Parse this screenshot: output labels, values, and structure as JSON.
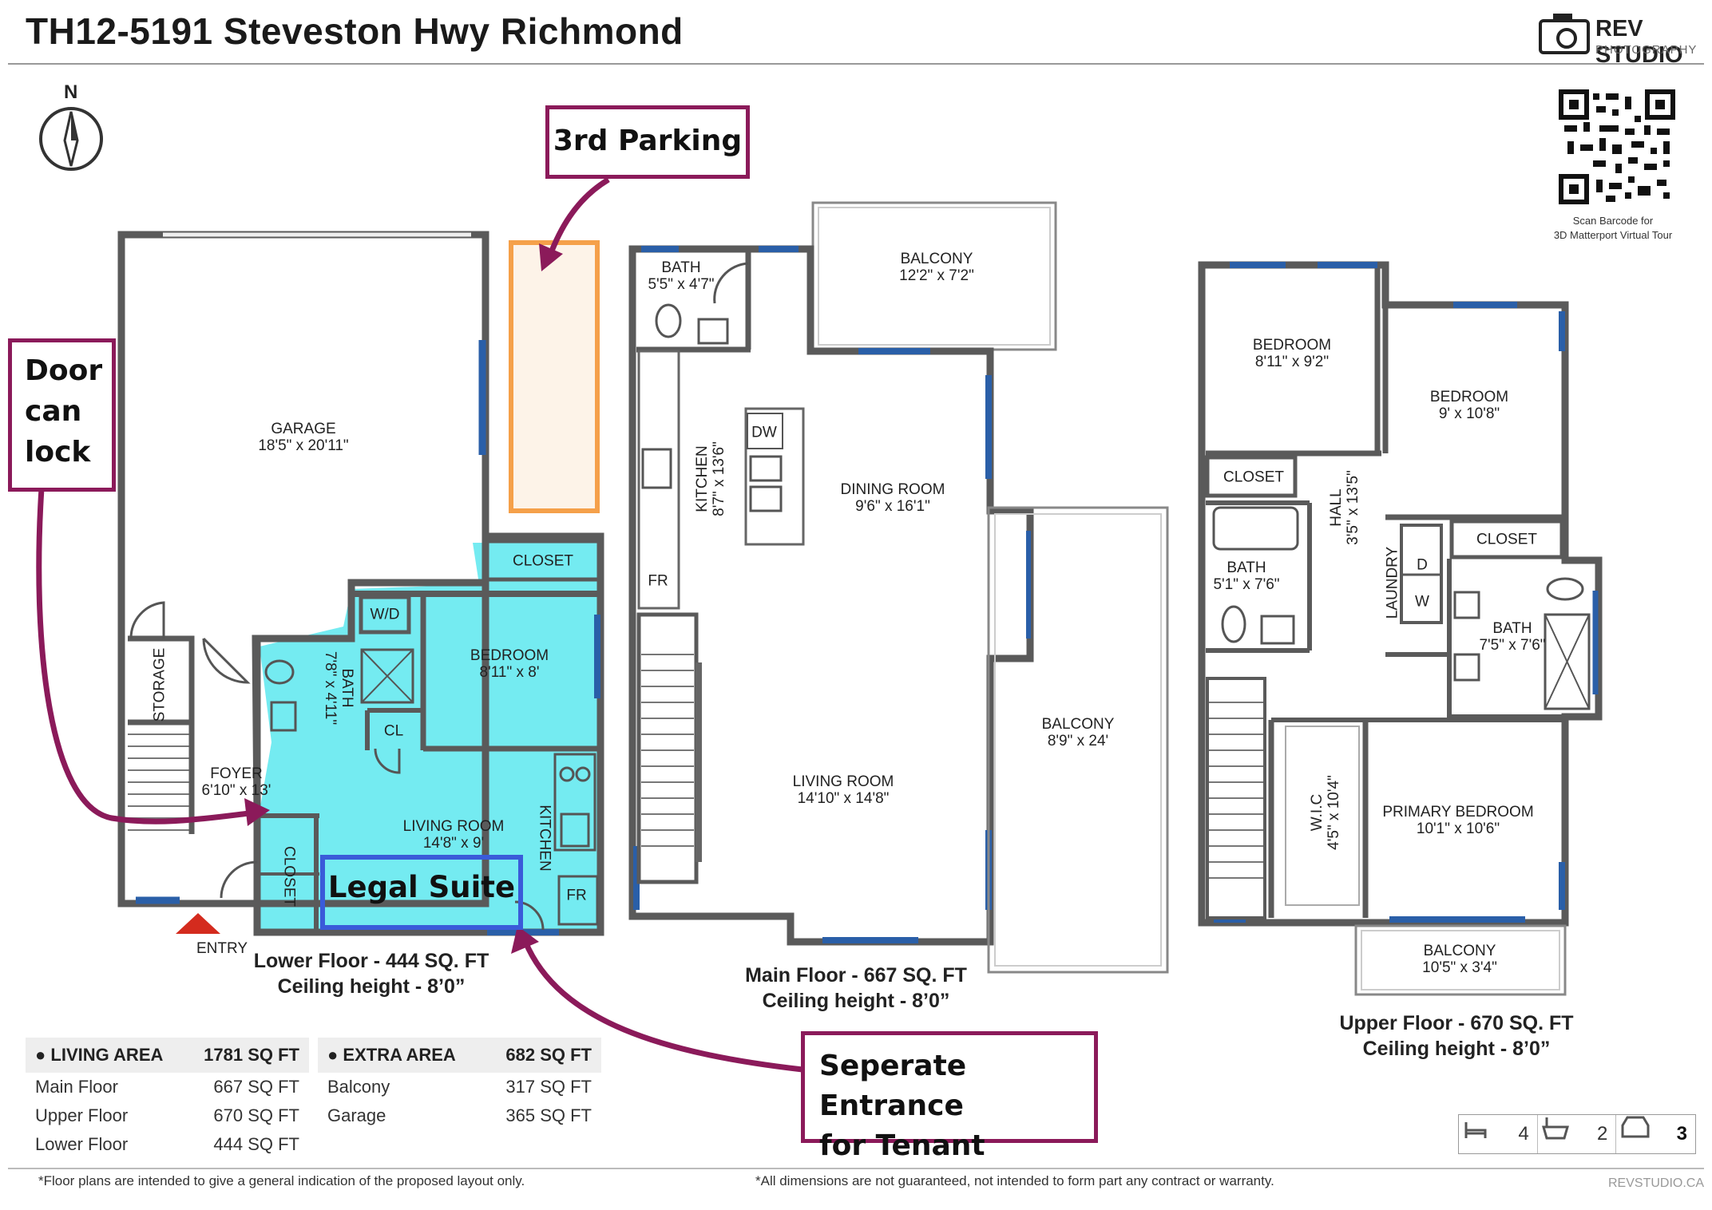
{
  "title": "TH12-5191 Steveston Hwy Richmond",
  "brand": {
    "name": "REV STUDIO",
    "sub": "PHOTOGRAPHY",
    "qr_caption_1": "Scan Barcode for",
    "qr_caption_2": "3D Matterport Virtual Tour",
    "url": "REVSTUDIO.CA"
  },
  "compass": "N",
  "callouts": {
    "parking": "3rd Parking",
    "door": [
      "Door",
      "can",
      "lock"
    ],
    "legal": "Legal Suite",
    "entrance": [
      "Seperate Entrance",
      "for Tenant"
    ]
  },
  "entry_label": "ENTRY",
  "rooms": {
    "garage": [
      "GARAGE",
      "18'5\" x 20'11\""
    ],
    "storage": [
      "STORAGE"
    ],
    "closet_lower_top": [
      "CLOSET"
    ],
    "wd": [
      "W/D"
    ],
    "bedroom_lower": [
      "BEDROOM",
      "8'11\" x 8'"
    ],
    "bath_lower": [
      "BATH",
      "7'8\" x 4'11\""
    ],
    "cl": [
      "CL"
    ],
    "foyer": [
      "FOYER",
      "6'10\" x 13'"
    ],
    "living_lower": [
      "LIVING ROOM",
      "14'8\" x 9'"
    ],
    "kitchen_lower": [
      "KITCHEN"
    ],
    "fr_lower": [
      "FR"
    ],
    "closet_lower_left": [
      "CLOSET"
    ],
    "bath_main": [
      "BATH",
      "5'5\" x 4'7\""
    ],
    "balcony_main_top": [
      "BALCONY",
      "12'2\" x 7'2\""
    ],
    "kitchen_main": [
      "KITCHEN",
      "8'7\" x 13'6\""
    ],
    "dw": [
      "DW"
    ],
    "fr_main": [
      "FR"
    ],
    "dining": [
      "DINING ROOM",
      "9'6\" x 16'1\""
    ],
    "living_main": [
      "LIVING ROOM",
      "14'10\" x 14'8\""
    ],
    "balcony_main_right": [
      "BALCONY",
      "8'9\" x 24'"
    ],
    "bedroom_up1": [
      "BEDROOM",
      "8'11\" x 9'2\""
    ],
    "bedroom_up2": [
      "BEDROOM",
      "9' x 10'8\""
    ],
    "closet_up1": [
      "CLOSET"
    ],
    "hall": [
      "HALL",
      "3'5\" x 13'5\""
    ],
    "closet_up2": [
      "CLOSET"
    ],
    "bath_up1": [
      "BATH",
      "5'1\" x 7'6\""
    ],
    "laundry": [
      "LAUNDRY"
    ],
    "d": [
      "D"
    ],
    "w": [
      "W"
    ],
    "bath_up2": [
      "BATH",
      "7'5\" x 7'6\""
    ],
    "wic": [
      "W.I.C",
      "4'5\" x 10'4\""
    ],
    "primary": [
      "PRIMARY BEDROOM",
      "10'1\" x 10'6\""
    ],
    "balcony_up": [
      "BALCONY",
      "10'5\" x 3'4\""
    ]
  },
  "floors": {
    "lower": [
      "Lower Floor - 444 SQ. FT",
      "Ceiling height - 8’0”"
    ],
    "main": [
      "Main Floor - 667 SQ. FT",
      "Ceiling height - 8’0”"
    ],
    "upper": [
      "Upper Floor - 670 SQ. FT",
      "Ceiling height - 8’0”"
    ]
  },
  "living_area": {
    "label": "LIVING AREA",
    "total": "1781 SQ FT",
    "rows": [
      [
        "Main Floor",
        "667 SQ FT"
      ],
      [
        "Upper Floor",
        "670 SQ FT"
      ],
      [
        "Lower Floor",
        "444 SQ FT"
      ]
    ]
  },
  "extra_area": {
    "label": "EXTRA AREA",
    "total": "682 SQ FT",
    "rows": [
      [
        "Balcony",
        "317 SQ FT"
      ],
      [
        "Garage",
        "365 SQ FT"
      ]
    ]
  },
  "stats": {
    "beds": "4",
    "baths": "2",
    "parking": "3"
  },
  "footer": {
    "left": "*Floor plans are intended to give a general indication of the proposed layout only.",
    "right": "*All dimensions are not guaranteed, not intended to form part any contract or warranty."
  },
  "colors": {
    "wall": "#5a5a5a",
    "window": "#2a5fa8",
    "highlight": "#5ce8ee",
    "callout": "#8b1a5a",
    "parking": "#f5a04a"
  }
}
